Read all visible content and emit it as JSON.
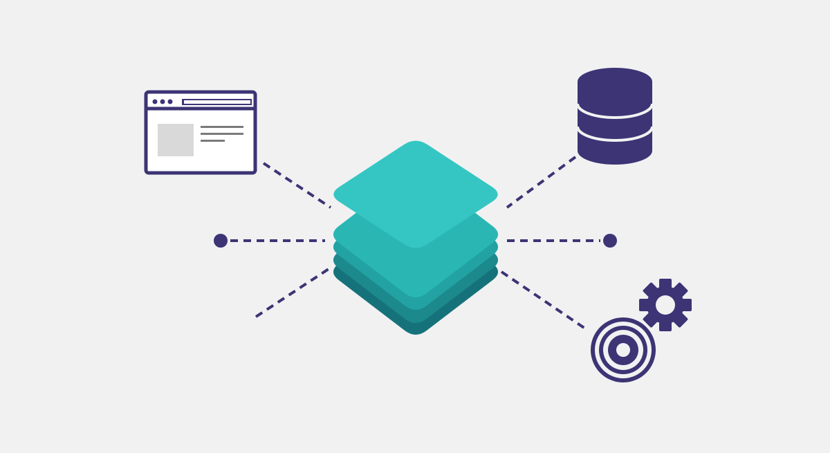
{
  "colors": {
    "background": "#f1f1f2",
    "primary": "#3c3474",
    "connector": "#3c3474",
    "panel": "#ffffff",
    "placeholder": "#d9d9d9",
    "text_lines": "#7a7a7a",
    "layers": [
      "#16727a",
      "#1c898d",
      "#22a2a3",
      "#2ab7b4",
      "#35c6c3"
    ]
  },
  "nodes": [
    {
      "id": "browser-window",
      "icon": "browser-window-icon"
    },
    {
      "id": "database",
      "icon": "database-icon"
    },
    {
      "id": "target",
      "icon": "target-icon"
    },
    {
      "id": "gear",
      "icon": "gear-icon"
    },
    {
      "id": "hub",
      "icon": "stacked-layers-icon",
      "layer_count": 5
    }
  ],
  "connections": [
    {
      "from": "hub",
      "to": "browser-window",
      "style": "dashed"
    },
    {
      "from": "hub",
      "to": "database",
      "style": "dashed"
    },
    {
      "from": "hub",
      "to": "left-endpoint",
      "style": "dashed"
    },
    {
      "from": "hub",
      "to": "right-endpoint",
      "style": "dashed"
    },
    {
      "from": "hub",
      "to": "lower-left",
      "style": "dashed"
    },
    {
      "from": "hub",
      "to": "target",
      "style": "dashed"
    }
  ]
}
